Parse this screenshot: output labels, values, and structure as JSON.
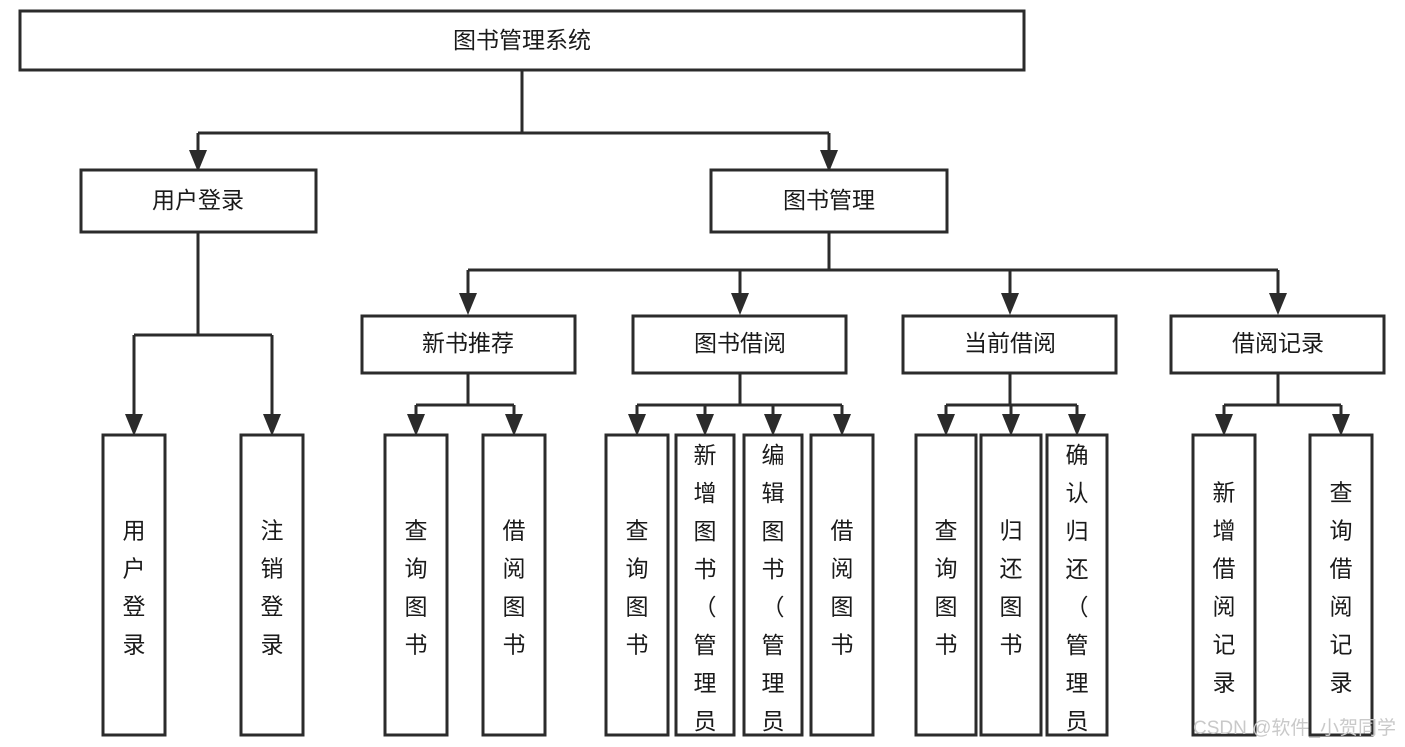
{
  "diagram": {
    "title": "图书管理系统",
    "type": "hierarchy-tree",
    "orientation": "top-down",
    "levels": 4,
    "colors": {
      "box_stroke": "#2b2b2b",
      "box_fill": "#ffffff",
      "connector": "#2b2b2b",
      "text": "#1a1a1a",
      "watermark": "#c9c9c9",
      "background": "#ffffff"
    },
    "root": {
      "label": "图书管理系统"
    },
    "level2": [
      {
        "label": "用户登录"
      },
      {
        "label": "图书管理"
      }
    ],
    "level3": [
      {
        "label": "新书推荐"
      },
      {
        "label": "图书借阅"
      },
      {
        "label": "当前借阅"
      },
      {
        "label": "借阅记录"
      }
    ],
    "leaves": {
      "user_login": [
        {
          "label": "用户登录"
        },
        {
          "label": "注销登录"
        }
      ],
      "new_book_recommend": [
        {
          "label": "查询图书"
        },
        {
          "label": "借阅图书"
        }
      ],
      "book_borrow": [
        {
          "label": "查询图书"
        },
        {
          "label": "新增图书（管理员）"
        },
        {
          "label": "编辑图书（管理员）"
        },
        {
          "label": "借阅图书"
        }
      ],
      "current_borrow": [
        {
          "label": "查询图书"
        },
        {
          "label": "归还图书"
        },
        {
          "label": "确认归还（管理员）"
        }
      ],
      "borrow_record": [
        {
          "label": "新增借阅记录"
        },
        {
          "label": "查询借阅记录"
        }
      ]
    }
  },
  "watermark": {
    "text": "CSDN @软件_小贺同学"
  }
}
